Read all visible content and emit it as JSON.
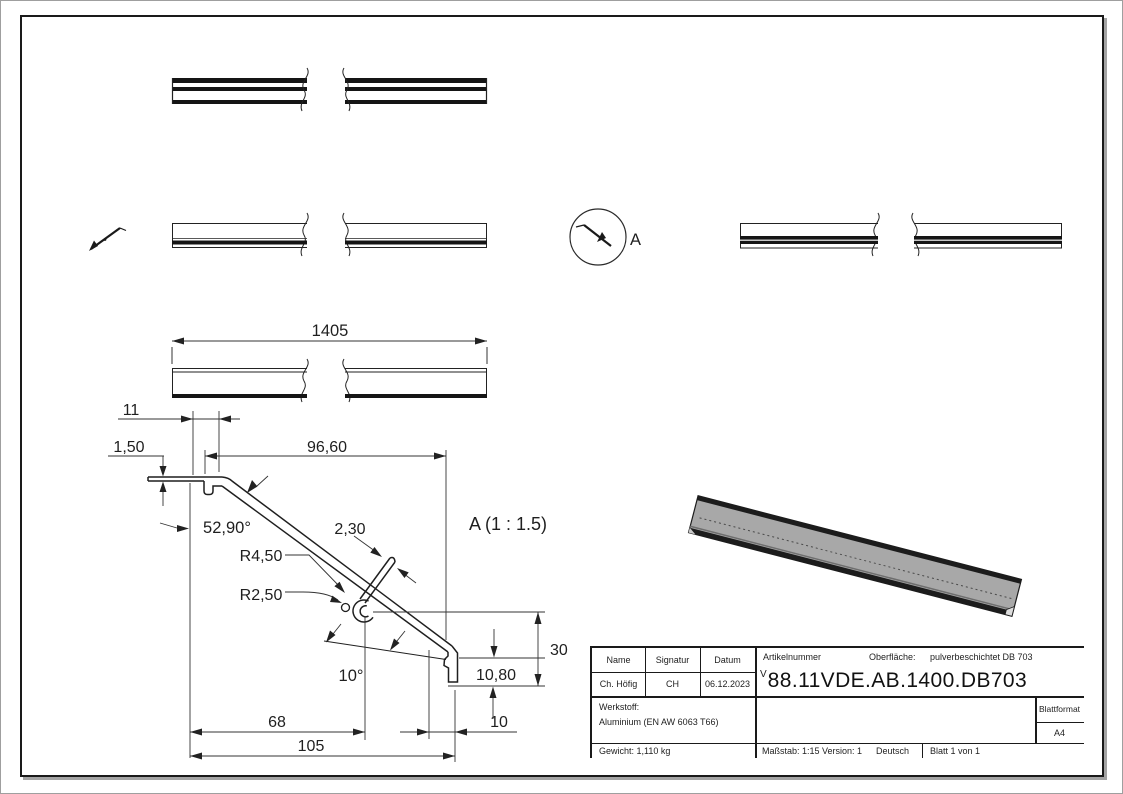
{
  "drawing": {
    "detail_view_title": "A (1 : 1.5)",
    "detail_marker_label": "A",
    "dims": {
      "total_length": "1405",
      "top_offset": "11",
      "flange_thickness": "1,50",
      "slope_width": "96,60",
      "slope_angle": "52,90°",
      "wall_thickness": "2,30",
      "radius_outer": "R4,50",
      "radius_inner": "R2,50",
      "height": "30",
      "drip_height": "10,80",
      "drip_angle": "10°",
      "base_width_inner": "68",
      "base_width_total": "105",
      "drip_width": "10"
    }
  },
  "title_block": {
    "name_header": "Name",
    "signature_header": "Signatur",
    "date_header": "Datum",
    "name_value": "Ch. Höfig",
    "signature_value": "CH",
    "date_value": "06.12.2023",
    "article_number_label": "Artikelnummer",
    "surface_label": "Oberfläche:",
    "surface_value": "pulverbeschichtet DB 703",
    "article_number_prefix": "V",
    "article_number": "88.11VDE.AB.1400.DB703",
    "material_label": "Werkstoff:",
    "material_value": "Aluminium (EN AW 6063 T66)",
    "sheet_format_label": "Blattformat",
    "sheet_format_value": "A4",
    "weight_label": "Gewicht: 1,110 kg",
    "scale_label": "Maßstab: 1:15",
    "version_label": "Version: 1",
    "language_label": "Deutsch",
    "sheet_label": "Blatt 1 von 1"
  },
  "colors": {
    "line": "#1f1f1f",
    "iso_fill": "#a8a8a8",
    "iso_edge": "#1c1c1c"
  }
}
